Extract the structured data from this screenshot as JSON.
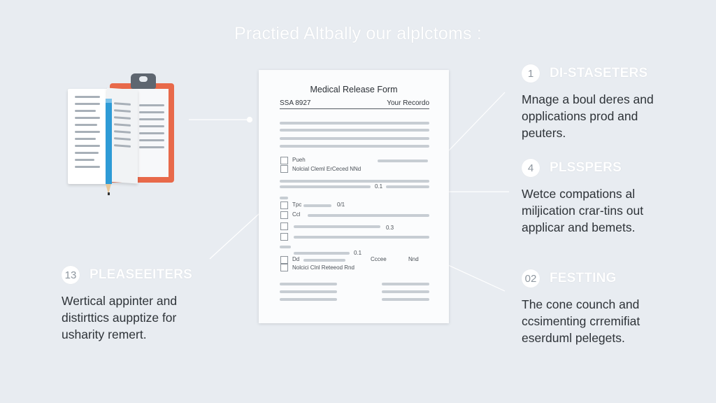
{
  "title": "Practied Altbally our alplctoms :",
  "document": {
    "title": "Medical Release Form",
    "sub_left": "SSA 8927",
    "sub_right": "Your Recordo",
    "row1_label": "Pueh",
    "row2_label": "Nolcial Cleml ErCeced NNd",
    "mark_a": "0.1",
    "row3_label": "Tpc",
    "mark_b": "0/1",
    "row4_label": "Ccl",
    "mark_c": "0.3",
    "row5_label": "Dd",
    "mark_d": "0.1",
    "mark_e": "Cccee",
    "mark_f": "Nnd",
    "row6_label": "Nolcici Clnl Reteeod Rnd"
  },
  "blocks": [
    {
      "number": "1",
      "title": "DI-STASETERS",
      "lines": [
        "Mnage a boul deres and",
        "opplications prod and",
        "peuters."
      ]
    },
    {
      "number": "4",
      "title": "PLSSPERS",
      "lines": [
        "Wetce compations al",
        "miljication crar-tins out",
        "applicar and bemets."
      ]
    },
    {
      "number": "13",
      "title": "PLEASEEITERS",
      "lines": [
        "Wertical appinter and",
        "distirttics aupptize for",
        "usharity remert."
      ]
    },
    {
      "number": "02",
      "title": "FESTTING",
      "lines": [
        "The cone counch and",
        "ccsimenting crremifiat",
        "eserduml pelegets."
      ]
    }
  ],
  "colors": {
    "background": "#e8ecf1",
    "clipboard": "#e8694a",
    "pencil": "#2e9bd6",
    "icon_clip": "#5e6670"
  },
  "icons": [
    "clipboard-icon",
    "book-icon",
    "pencil-icon"
  ]
}
